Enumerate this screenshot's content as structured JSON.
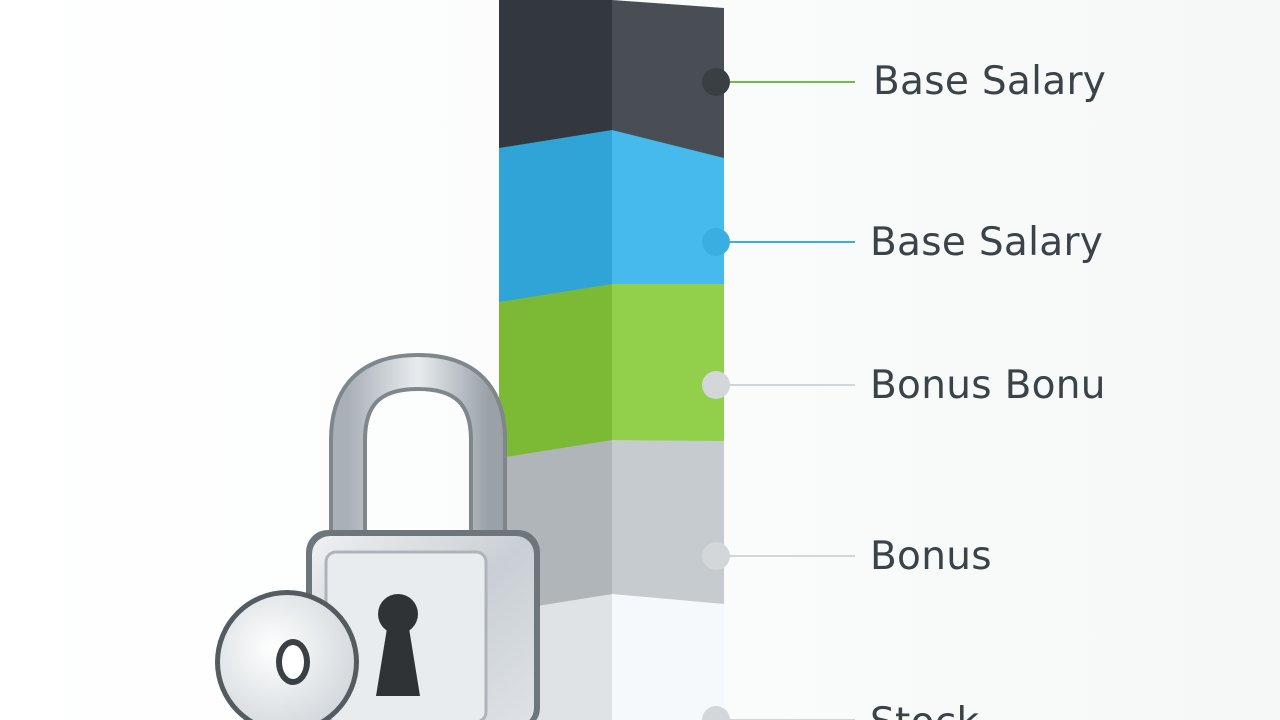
{
  "diagram": {
    "segments": [
      {
        "label": "Base Salary",
        "color": "#3c4247",
        "line_color": "#6dbe45",
        "dot_color": "#3a3f44"
      },
      {
        "label": "Base Salary",
        "color": "#3aaee0",
        "line_color": "#3aaee0",
        "dot_color": "#3aaee0"
      },
      {
        "label": "Bonus Bonu",
        "color": "#86c440",
        "line_color": "#d0d5d8",
        "dot_color": "#d3d7da"
      },
      {
        "label": "Bonus",
        "color": "#b9bfc3",
        "line_color": "#d0d5d8",
        "dot_color": "#d3d7da"
      },
      {
        "label": "Stock",
        "color": "#eaedef",
        "line_color": "#d0d5d8",
        "dot_color": "#d3d7da"
      }
    ]
  },
  "icons": {
    "padlock": "padlock-icon",
    "key": "key-icon"
  }
}
